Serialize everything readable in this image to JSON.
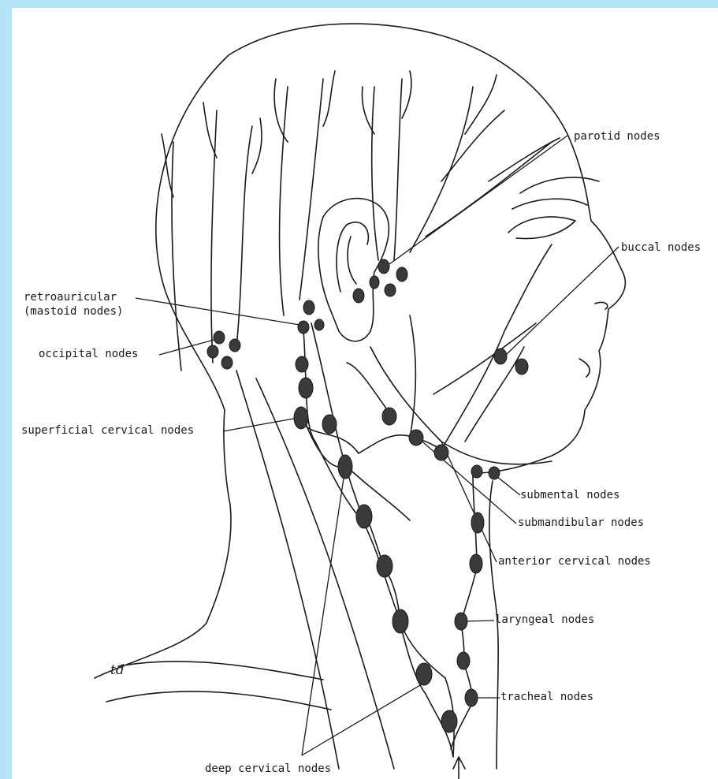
{
  "labels": {
    "parotid": "parotid nodes",
    "buccal": "buccal nodes",
    "retroauricular": "retroauricular",
    "mastoid": "(mastoid nodes)",
    "occipital": "occipital nodes",
    "superficial_cervical": "superficial cervical nodes",
    "submental": "submental nodes",
    "submandibular": "submandibular nodes",
    "anterior_cervical": "anterior cervical nodes",
    "laryngeal": "laryngeal nodes",
    "tracheal": "tracheal nodes",
    "deep_cervical": "deep cervical nodes"
  },
  "signature": "td",
  "colors": {
    "frame": "#b4e4f8",
    "ink": "#1a1a1a",
    "node": "#3a3a3a",
    "paper": "#ffffff"
  }
}
